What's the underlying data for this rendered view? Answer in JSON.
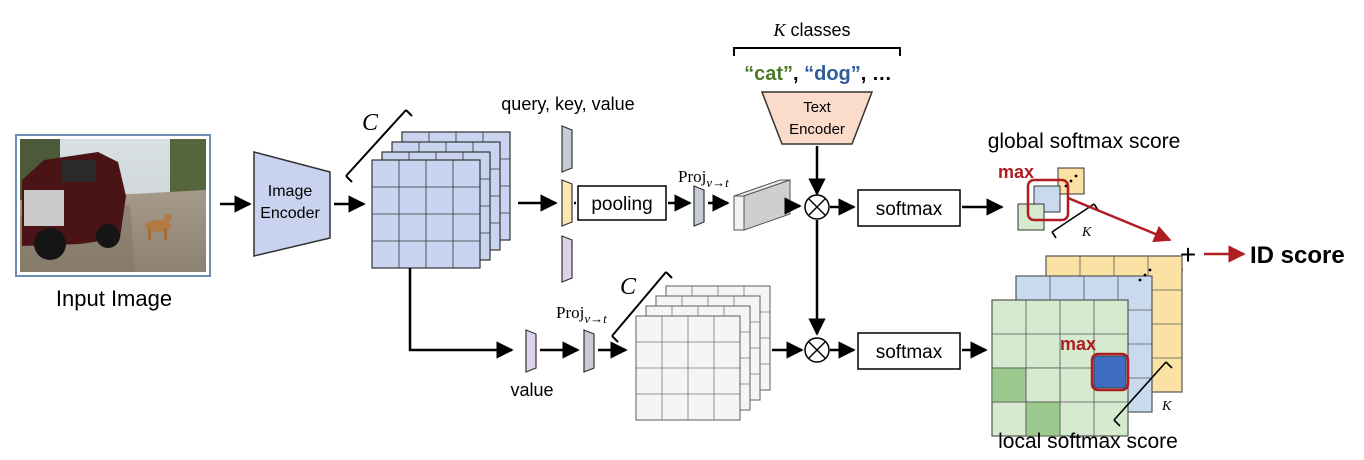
{
  "labels": {
    "input_image": "Input Image",
    "image_encoder_line1": "Image",
    "image_encoder_line2": "Encoder",
    "channel_top": "C",
    "channel_bottom": "C",
    "qkv": "query, key, value",
    "pooling": "pooling",
    "proj_top_main": "Proj",
    "proj_top_sub": "v→t",
    "proj_bottom_main": "Proj",
    "proj_bottom_sub": "v→t",
    "k_classes_k": "K",
    "k_classes_word": " classes",
    "class_cat": "“cat”",
    "class_sep": ", ",
    "class_dog": "“dog”",
    "class_rest": ", …",
    "text_encoder_line1": "Text",
    "text_encoder_line2": "Encoder",
    "softmax_top": "softmax",
    "softmax_bottom": "softmax",
    "value": "value",
    "global_score": "global softmax score",
    "local_score": "local softmax score",
    "max_top": "max",
    "max_bottom": "max",
    "k_top": "K",
    "k_bottom": "K",
    "plus": "+",
    "id_score": "ID score",
    "otimes_top": "⊗",
    "otimes_bottom": "⊗"
  },
  "colors": {
    "feature_map": "#c9d5f0",
    "encoder": "#c9d3ef",
    "text_encoder": "#fbdccb",
    "query": "#c7cbd8",
    "key": "#fbe7b0",
    "value": "#dcd3eb",
    "accent_red": "#b01c22",
    "cat_green": "#4a7a2a",
    "dog_blue": "#2f5c9a",
    "local_green": "#d6ead0",
    "local_green_dark": "#9cca8e",
    "local_blue": "#3d6cc0",
    "local_orange": "#fbe2a4"
  }
}
